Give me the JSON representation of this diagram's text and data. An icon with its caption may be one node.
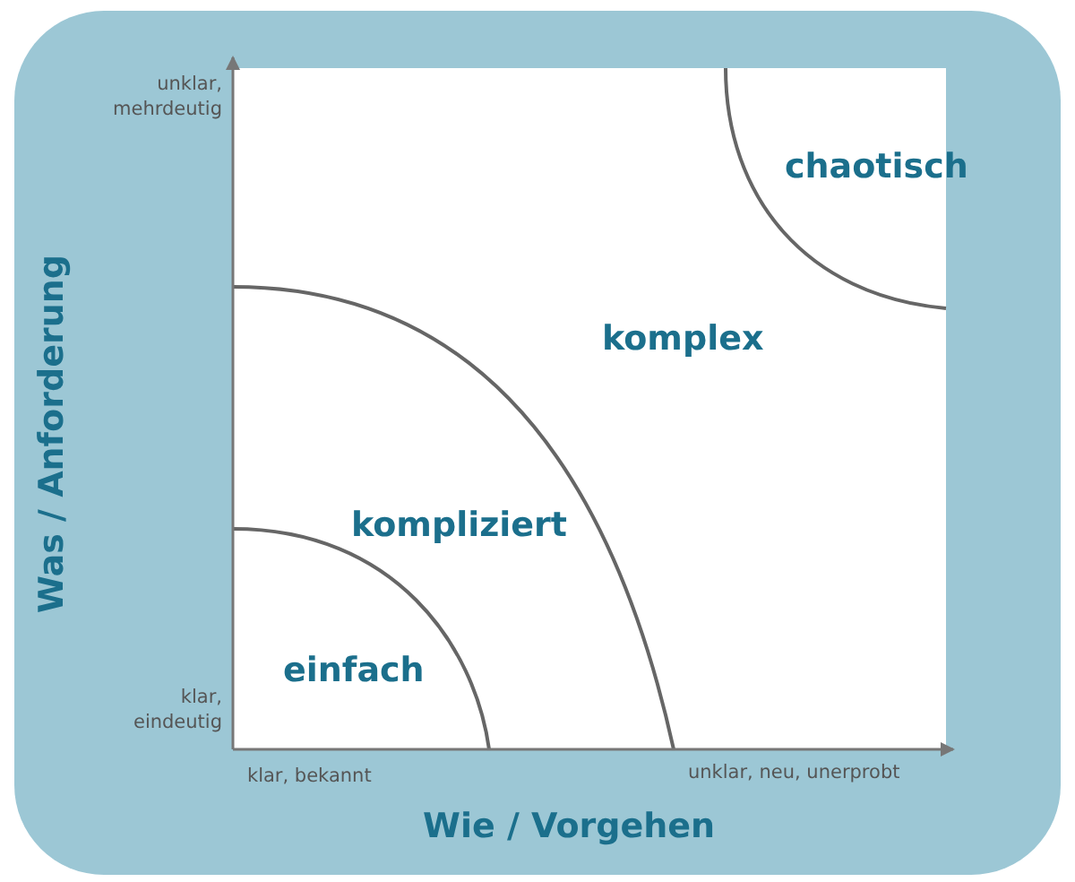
{
  "diagram": {
    "labels": [
      "unklar, mehrdeutig",
      "chaotisch",
      "komplex",
      "Was / Anforderung",
      "kompliziert",
      "klar, eindeutig",
      "einfach",
      "klar, bekannt",
      "unklar, neu, unerprobt",
      "Wie / Vorgehen"
    ]
  }
}
